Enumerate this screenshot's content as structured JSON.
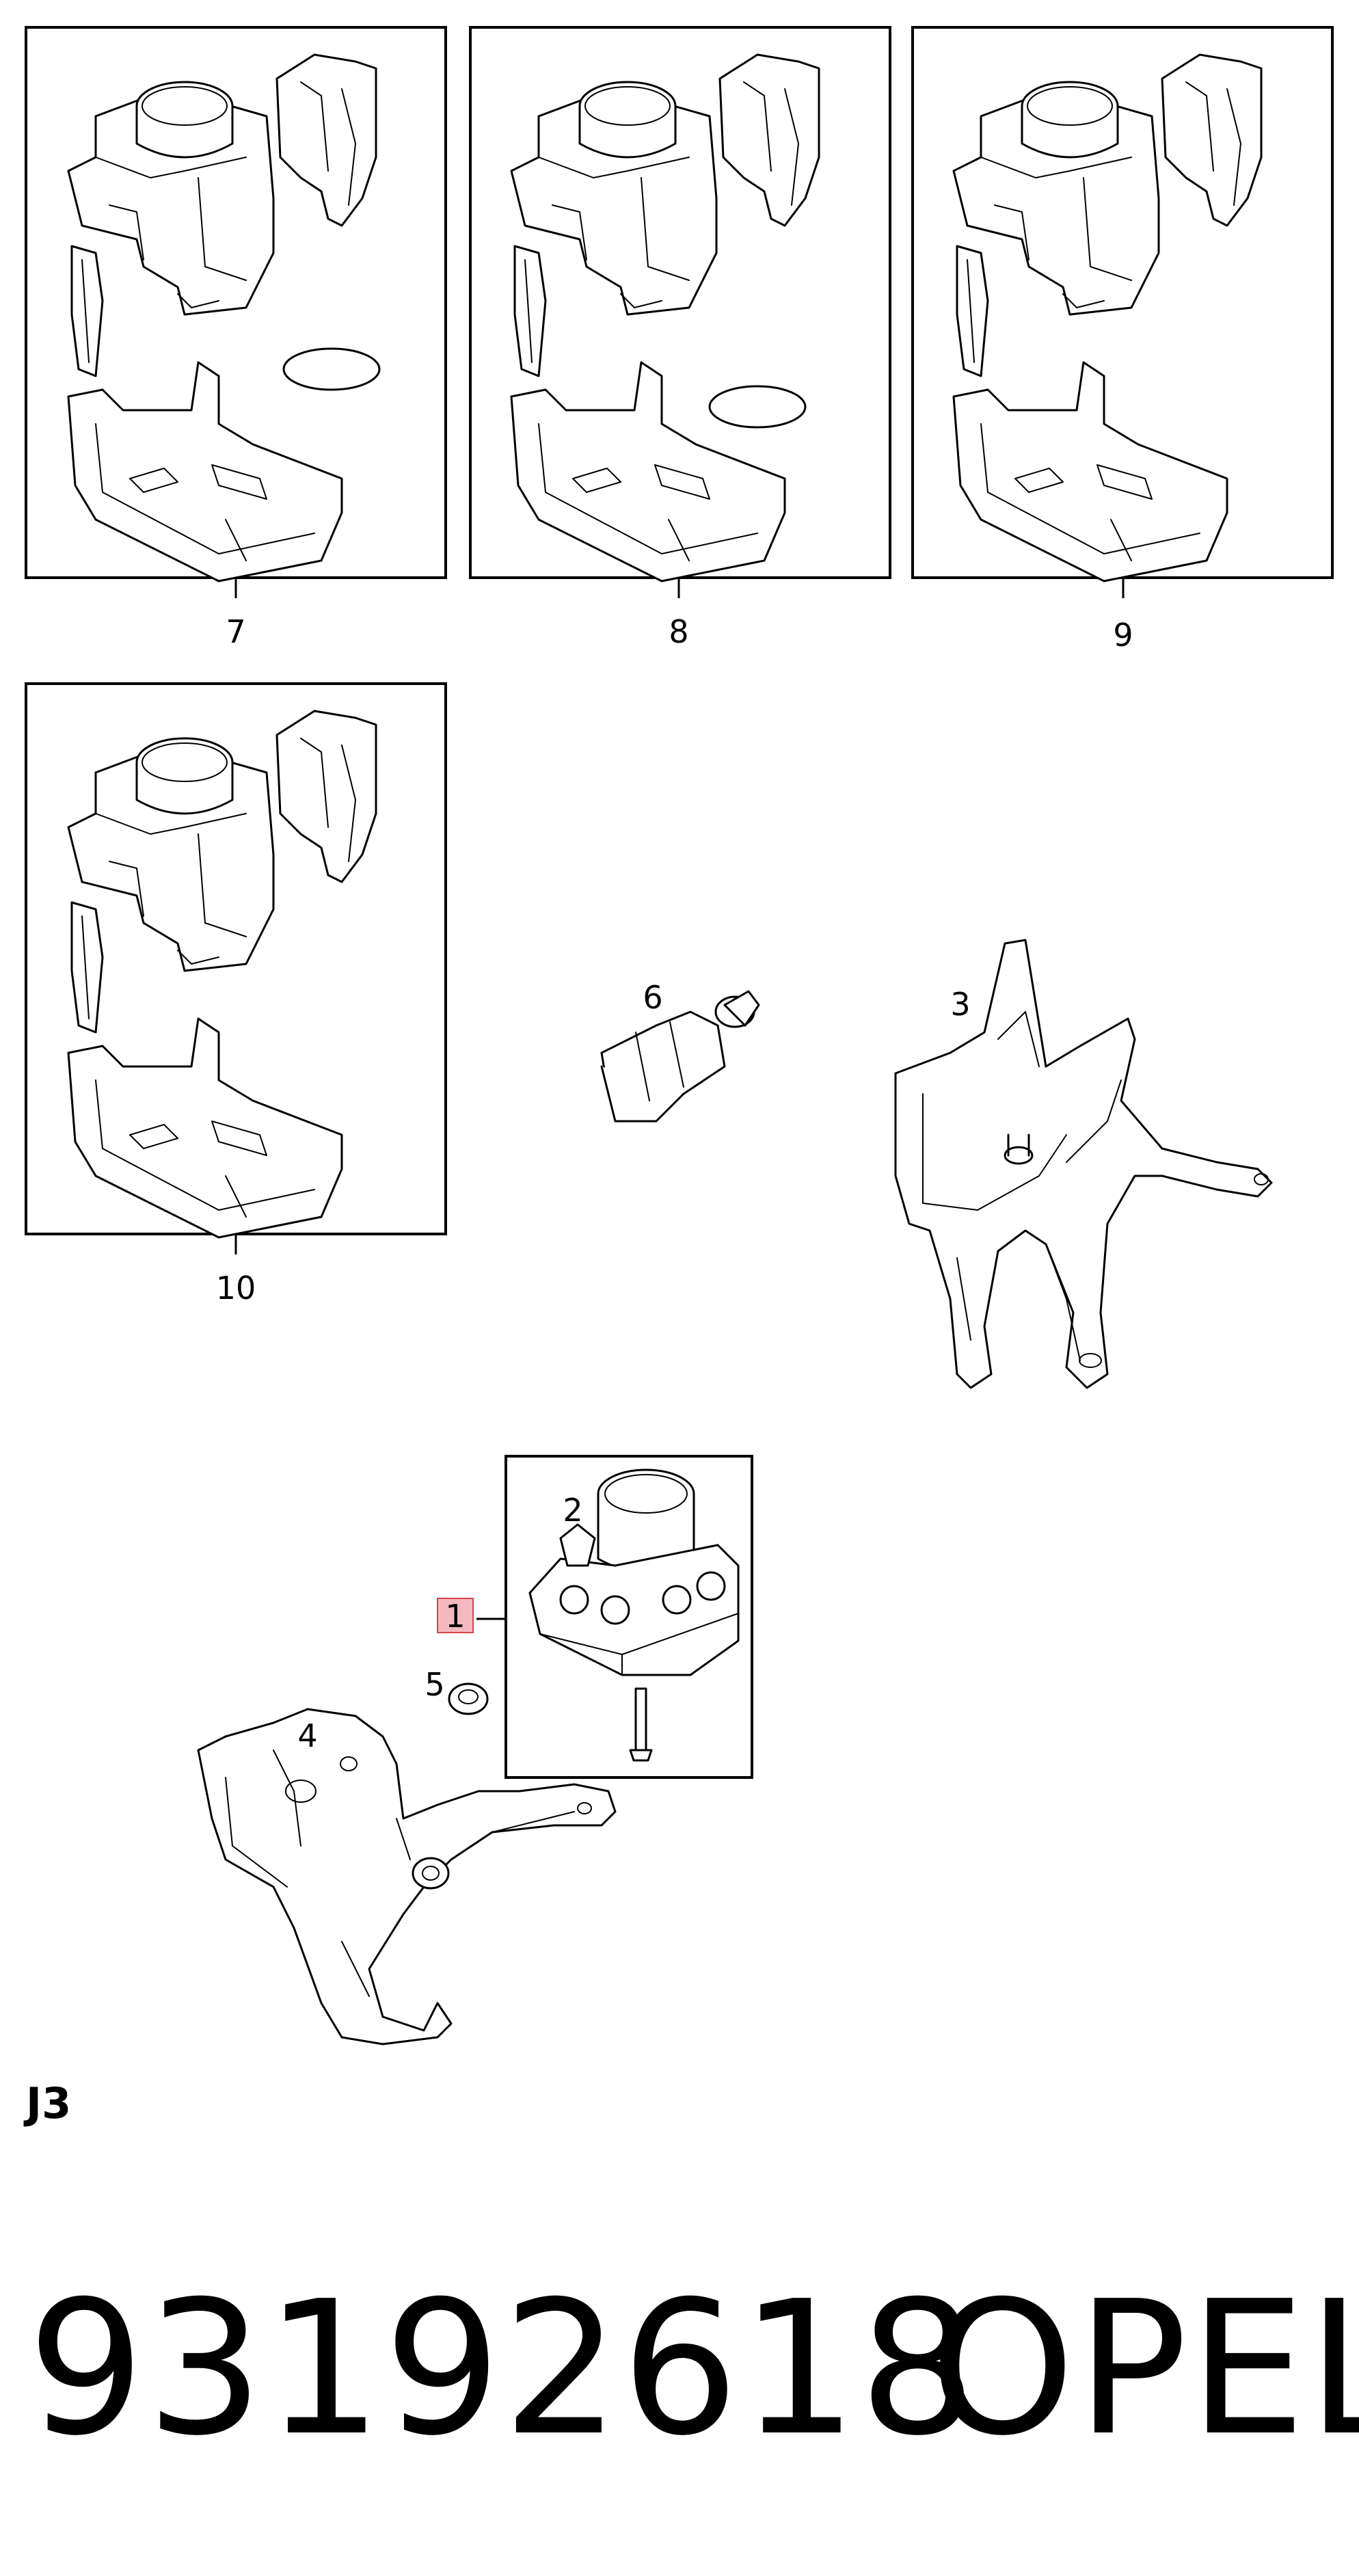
{
  "diagram": {
    "callouts": [
      {
        "id": "7",
        "label": "7"
      },
      {
        "id": "8",
        "label": "8"
      },
      {
        "id": "9",
        "label": "9"
      },
      {
        "id": "10",
        "label": "10"
      },
      {
        "id": "6",
        "label": "6"
      },
      {
        "id": "3",
        "label": "3"
      },
      {
        "id": "2",
        "label": "2"
      },
      {
        "id": "1",
        "label": "1"
      },
      {
        "id": "5",
        "label": "5"
      },
      {
        "id": "4",
        "label": "4"
      }
    ],
    "highlight_color": "#f3b9c0",
    "highlight_border": "#d9434f"
  },
  "section_code": "J3",
  "footer": {
    "part_number": "93192618",
    "brand": "OPEL"
  }
}
